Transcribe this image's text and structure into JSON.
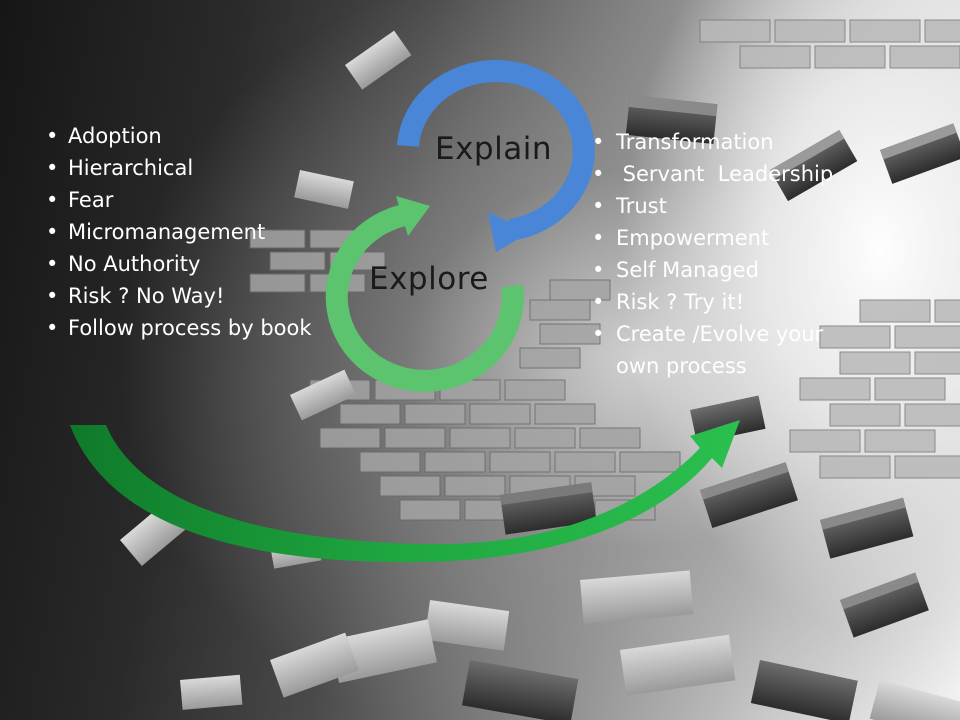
{
  "left_list": {
    "items": [
      "Adoption",
      "Hierarchical",
      "Fear",
      "Micromanagement",
      "No Authority",
      "Risk ? No Way!",
      "Follow process by book"
    ]
  },
  "right_list": {
    "items": [
      "Transformation",
      " Servant  Leadership",
      "Trust",
      "Empowerment",
      "Self Managed",
      "Risk ? Try it!",
      "Create /Evolve your own process"
    ]
  },
  "cycle": {
    "top_label": "Explain",
    "bottom_label": "Explore"
  },
  "colors": {
    "explain_ring": "#4a86d8",
    "explore_ring": "#5cc46e",
    "transition_arrow": "#1a9e3a",
    "text": "#ffffff"
  },
  "icons": {
    "explain": "circular-arrow-icon",
    "explore": "circular-arrow-icon",
    "transition": "curved-arrow-icon"
  }
}
